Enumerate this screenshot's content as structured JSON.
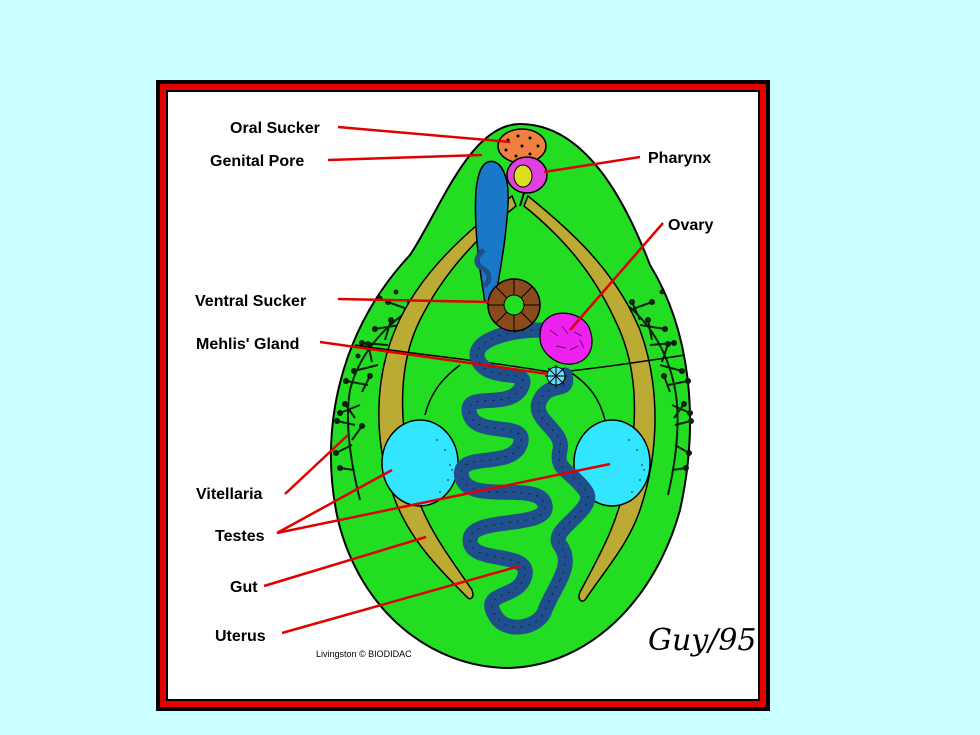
{
  "labels": {
    "oral_sucker": "Oral Sucker",
    "genital_pore": "Genital Pore",
    "pharynx": "Pharynx",
    "ovary": "Ovary",
    "ventral_sucker": "Ventral Sucker",
    "mehlis_gland": "Mehlis' Gland",
    "vitellaria": "Vitellaria",
    "testes": "Testes",
    "gut": "Gut",
    "uterus": "Uterus"
  },
  "credit": "Livingston © BIODIDAC",
  "signature": "Guy/95",
  "colors": {
    "background": "#ccffff",
    "frame_red": "#e60000",
    "body_green": "#22dd22",
    "gut_olive": "#bbaa33",
    "uterus_blue": "#1f4e8c",
    "testes_cyan": "#33e5ff",
    "ovary_magenta": "#ee22ee",
    "pharynx_magenta": "#e040e0",
    "oral_sucker_orange": "#f08040",
    "ventral_sucker_brown": "#8a4a1c",
    "leader_red": "#e00000"
  }
}
